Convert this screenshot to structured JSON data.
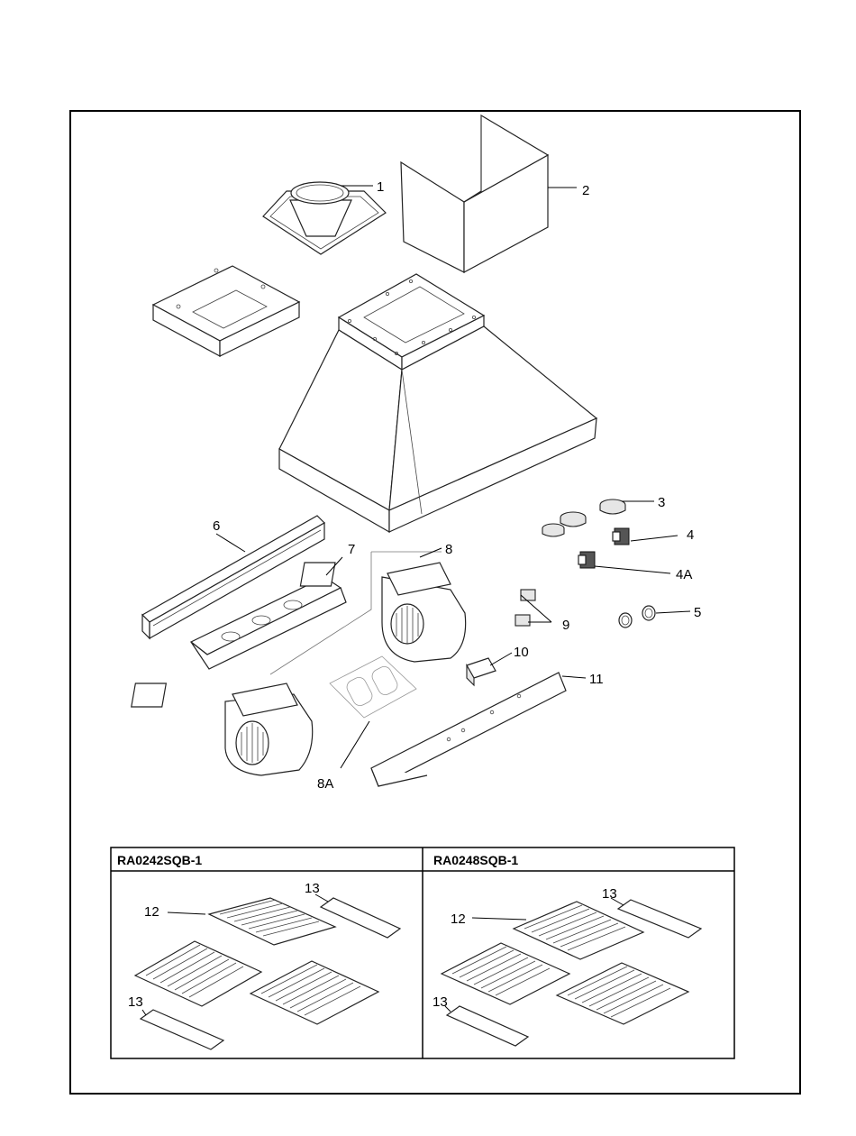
{
  "callouts": {
    "c1": "1",
    "c2": "2",
    "c3": "3",
    "c4": "4",
    "c4a": "4A",
    "c5": "5",
    "c6": "6",
    "c7": "7",
    "c8": "8",
    "c8a": "8A",
    "c9": "9",
    "c10": "10",
    "c11": "11",
    "t1_12": "12",
    "t1_13a": "13",
    "t1_13b": "13",
    "t2_12": "12",
    "t2_13a": "13",
    "t2_13b": "13"
  },
  "filter_table": {
    "left_model": "RA0242SQB-1",
    "right_model": "RA0248SQB-1"
  }
}
